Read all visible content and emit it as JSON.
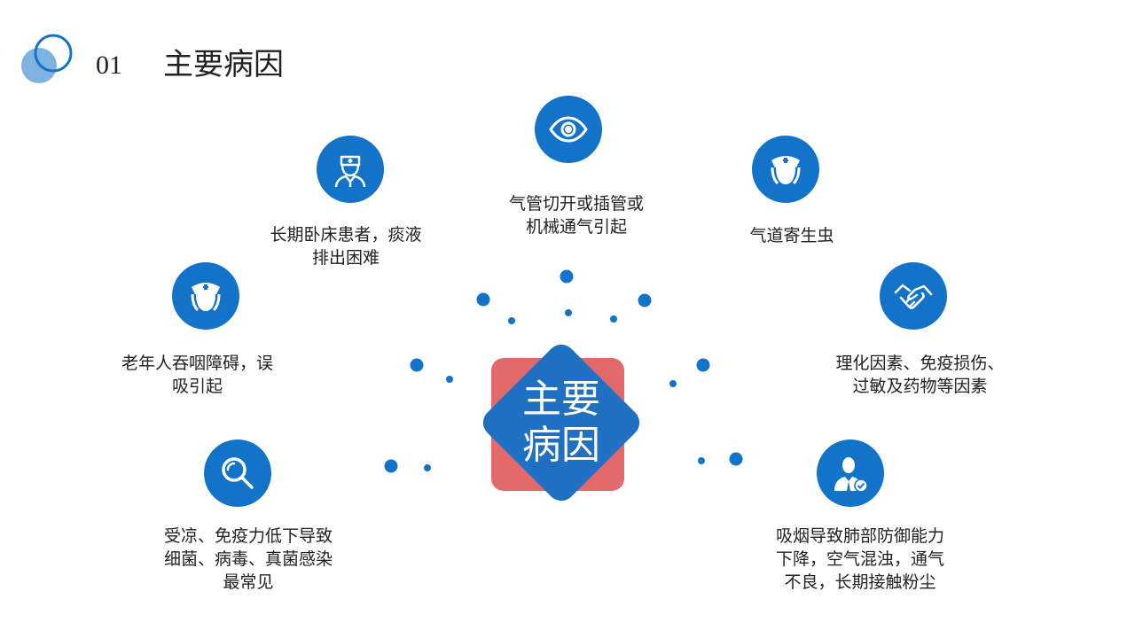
{
  "header": {
    "number": "01",
    "title": "主要病因"
  },
  "center": {
    "line1": "主要",
    "line2": "病因"
  },
  "causes": [
    {
      "icon": "nurse-icon",
      "lines": [
        "长期卧床患者，痰液",
        "排出困难"
      ]
    },
    {
      "icon": "eye-icon",
      "lines": [
        "气管切开或插管或",
        "机械通气引起"
      ]
    },
    {
      "icon": "nurse-cap-icon",
      "lines": [
        "气道寄生虫"
      ]
    },
    {
      "icon": "nurse-cap-icon",
      "lines": [
        "老年人吞咽障碍，误",
        "吸引起"
      ]
    },
    {
      "icon": "handshake-icon",
      "lines": [
        "理化因素、免疫损伤、",
        "过敏及药物等因素"
      ]
    },
    {
      "icon": "magnifier-icon",
      "lines": [
        "受凉、免疫力低下导致",
        "细菌、病毒、真菌感染",
        "最常见"
      ]
    },
    {
      "icon": "businessman-check-icon",
      "lines": [
        "吸烟导致肺部防御能力",
        "下降，空气混浊，通气",
        "不良，长期接触粉尘"
      ]
    }
  ],
  "colors": {
    "primary_blue": "#1273c8",
    "light_blue": "#7fb2e0",
    "accent_red": "#e26a6a"
  }
}
